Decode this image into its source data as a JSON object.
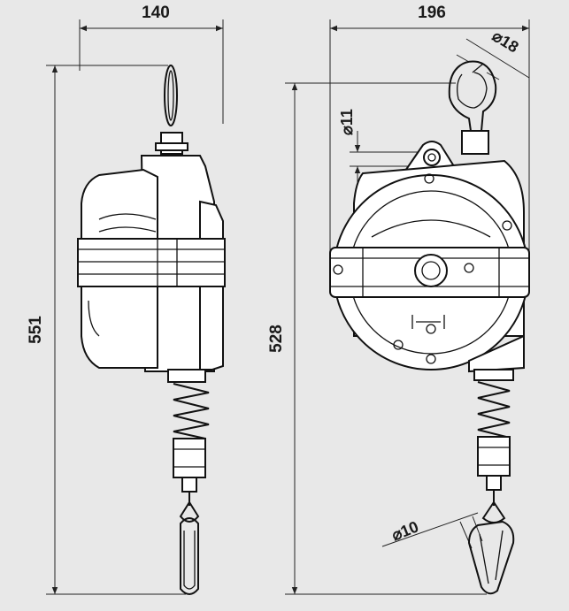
{
  "dimensions": {
    "side_width": "140",
    "front_width": "196",
    "side_height": "551",
    "front_height": "528",
    "hook_diameter": "⌀18",
    "eye_diameter": "⌀11",
    "cable_diameter": "⌀10"
  },
  "colors": {
    "background": "#e8e8e8",
    "line": "#111111",
    "fill": "#ffffff"
  }
}
